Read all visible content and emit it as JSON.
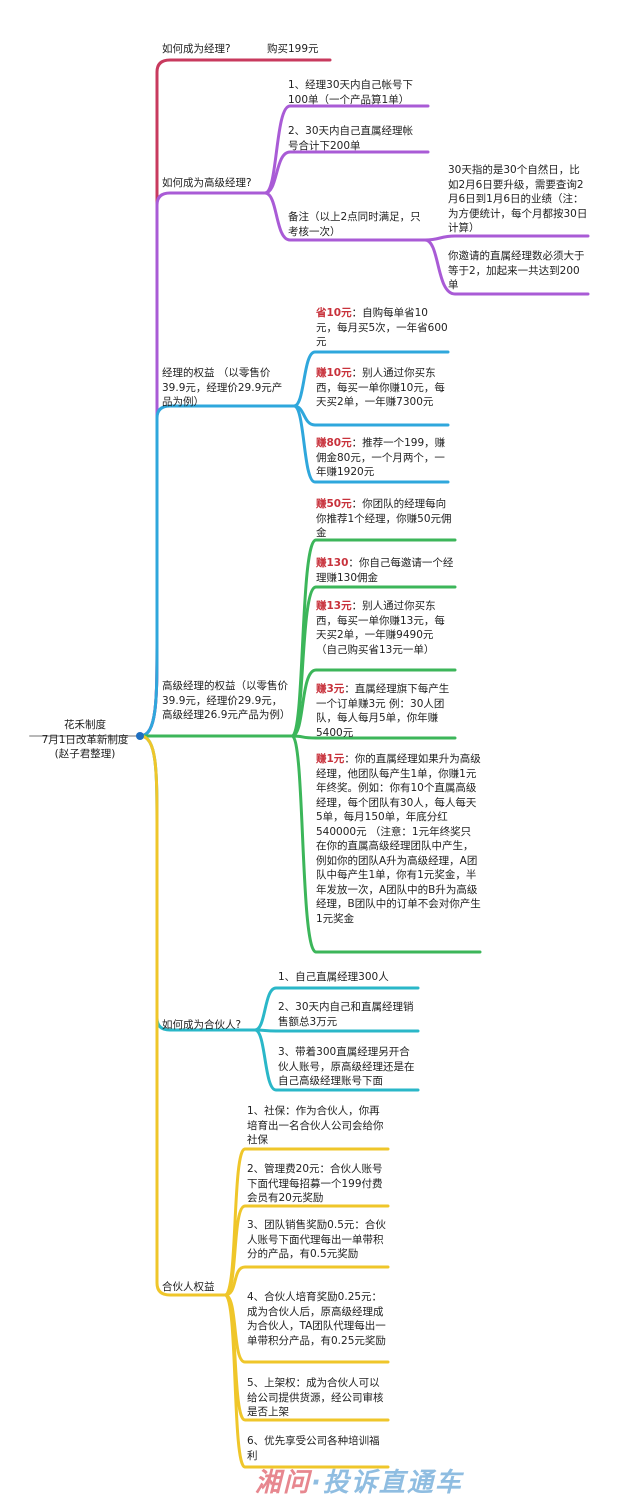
{
  "root": {
    "line1": "花禾制度",
    "line2": "7月1日改革新制度",
    "line3": "(赵子君整理)"
  },
  "colors": {
    "manager": "#c83a5e",
    "senior": "#a95bd6",
    "manager_benefits": "#2fa7dc",
    "senior_benefits": "#3cb65a",
    "partner": "#2ab7c8",
    "partner_benefits": "#efc62a",
    "highlight": "#c8323c"
  },
  "branches": {
    "become_manager": {
      "label": "如何成为经理?",
      "answer": "购买199元"
    },
    "become_senior": {
      "label": "如何成为高级经理?",
      "items": [
        "1、经理30天内自己帐号下100单（一个产品算1单）",
        "2、30天内自己直属经理帐号合计下200单",
        "备注（以上2点同时满足，只考核一次）"
      ],
      "note_items": [
        "30天指的是30个自然日，比如2月6日要升级，需要查询2月6日到1月6日的业绩（注：为方便统计，每个月都按30日计算）",
        "你邀请的直属经理数必须大于等于2，加起来一共达到200单"
      ]
    },
    "manager_benefits": {
      "label": "经理的权益 （以零售价39.9元，经理价29.9元产品为例）",
      "items": [
        {
          "key": "省10元",
          "text": "：自购每单省10元，每月买5次，一年省600元"
        },
        {
          "key": "赚10元",
          "text": "：别人通过你买东西，每买一单你赚10元，每天买2单，一年赚7300元"
        },
        {
          "key": "赚80元",
          "text": "：推荐一个199，赚佣金80元，一个月两个，一年赚1920元"
        }
      ]
    },
    "senior_benefits": {
      "label": "高级经理的权益（以零售价39.9元，经理价29.9元，高级经理26.9元产品为例）",
      "items": [
        {
          "key": "赚50元",
          "text": "：你团队的经理每向你推荐1个经理，你赚50元佣金"
        },
        {
          "key": "赚130",
          "text": "：你自己每邀请一个经理赚130佣金"
        },
        {
          "key": "赚13元",
          "text": "：别人通过你买东西，每买一单你赚13元，每天买2单，一年赚9490元（自己购买省13元一单）"
        },
        {
          "key": "赚3元",
          "text": "：直属经理旗下每产生一个订单赚3元 例：30人团队，每人每月5单，你年赚5400元"
        },
        {
          "key": "赚1元",
          "text": "：你的直属经理如果升为高级经理，他团队每产生1单，你赚1元年终奖。例如：你有10个直属高级经理，每个团队有30人，每人每天5单，每月150单，年底分红540000元 （注意：1元年终奖只在你的直属高级经理团队中产生，例如你的团队A升为高级经理，A团队中每产生1单，你有1元奖金，半年发放一次，A团队中的B升为高级经理，B团队中的订单不会对你产生1元奖金"
        }
      ]
    },
    "become_partner": {
      "label": "如何成为合伙人?",
      "items": [
        "1、自己直属经理300人",
        "2、30天内自己和直属经理销售额总3万元",
        "3、带着300直属经理另开合伙人账号，原高级经理还是在自己高级经理账号下面"
      ]
    },
    "partner_benefits": {
      "label": "合伙人权益",
      "items": [
        "1、社保：作为合伙人，你再培育出一名合伙人公司会给你社保",
        "2、管理费20元：合伙人账号下面代理每招募一个199付费会员有20元奖励",
        "3、团队销售奖励0.5元：合伙人账号下面代理每出一单带积分的产品，有0.5元奖励",
        "4、合伙人培育奖励0.25元：成为合伙人后，原高级经理成为合伙人，TA团队代理每出一单带积分产品，有0.25元奖励",
        "5、上架权：成为合伙人可以给公司提供货源，经公司审核是否上架",
        "6、优先享受公司各种培训福利"
      ]
    }
  },
  "watermark": {
    "part1": "湘问",
    "part2": "·投诉直通车"
  }
}
